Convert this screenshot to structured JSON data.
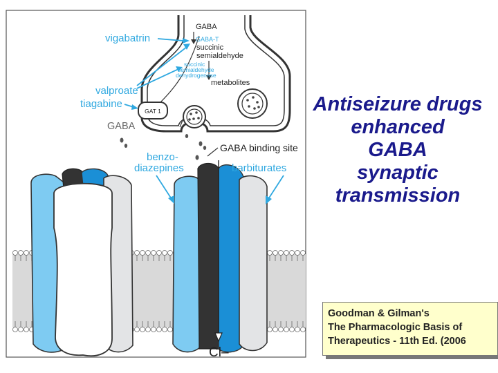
{
  "title_lines": [
    "Antiseizure drugs",
    "enhanced",
    "GABA",
    "synaptic",
    "transmission"
  ],
  "reference_lines": [
    "Goodman & Gilman's",
    "The Pharmacologic Basis of",
    "Therapeutics - 11th Ed. (2006"
  ],
  "labels": {
    "gaba_top": "GABA",
    "gaba_t": "GABA-T",
    "succinic_semialdehyde_1": "succinic",
    "succinic_semialdehyde_2": "semialdehyde",
    "ssadh_1": "succinic",
    "ssadh_2": "semialdehyde",
    "ssadh_3": "dehydrogenase",
    "metabolites": "metabolites",
    "gat1": "GAT 1",
    "gaba_left": "GABA",
    "gaba_binding_site": "GABA binding site",
    "chloride": "Cl–"
  },
  "drugs": {
    "vigabatrin": "vigabatrin",
    "valproate": "valproate",
    "tiagabine": "tiagabine",
    "benzodiazepines_1": "benzo-",
    "benzodiazepines_2": "diazepines",
    "barbiturates": "barbiturates"
  },
  "colors": {
    "drug_label": "#2fa8e0",
    "subunit_light_blue": "#7ecbf2",
    "subunit_blue": "#1b8fd6",
    "subunit_gray": "#e3e4e6",
    "subunit_dark": "#333333",
    "membrane": "#d9d9d9",
    "title": "#1a1a8c",
    "reference_box": "#ffffcc"
  }
}
